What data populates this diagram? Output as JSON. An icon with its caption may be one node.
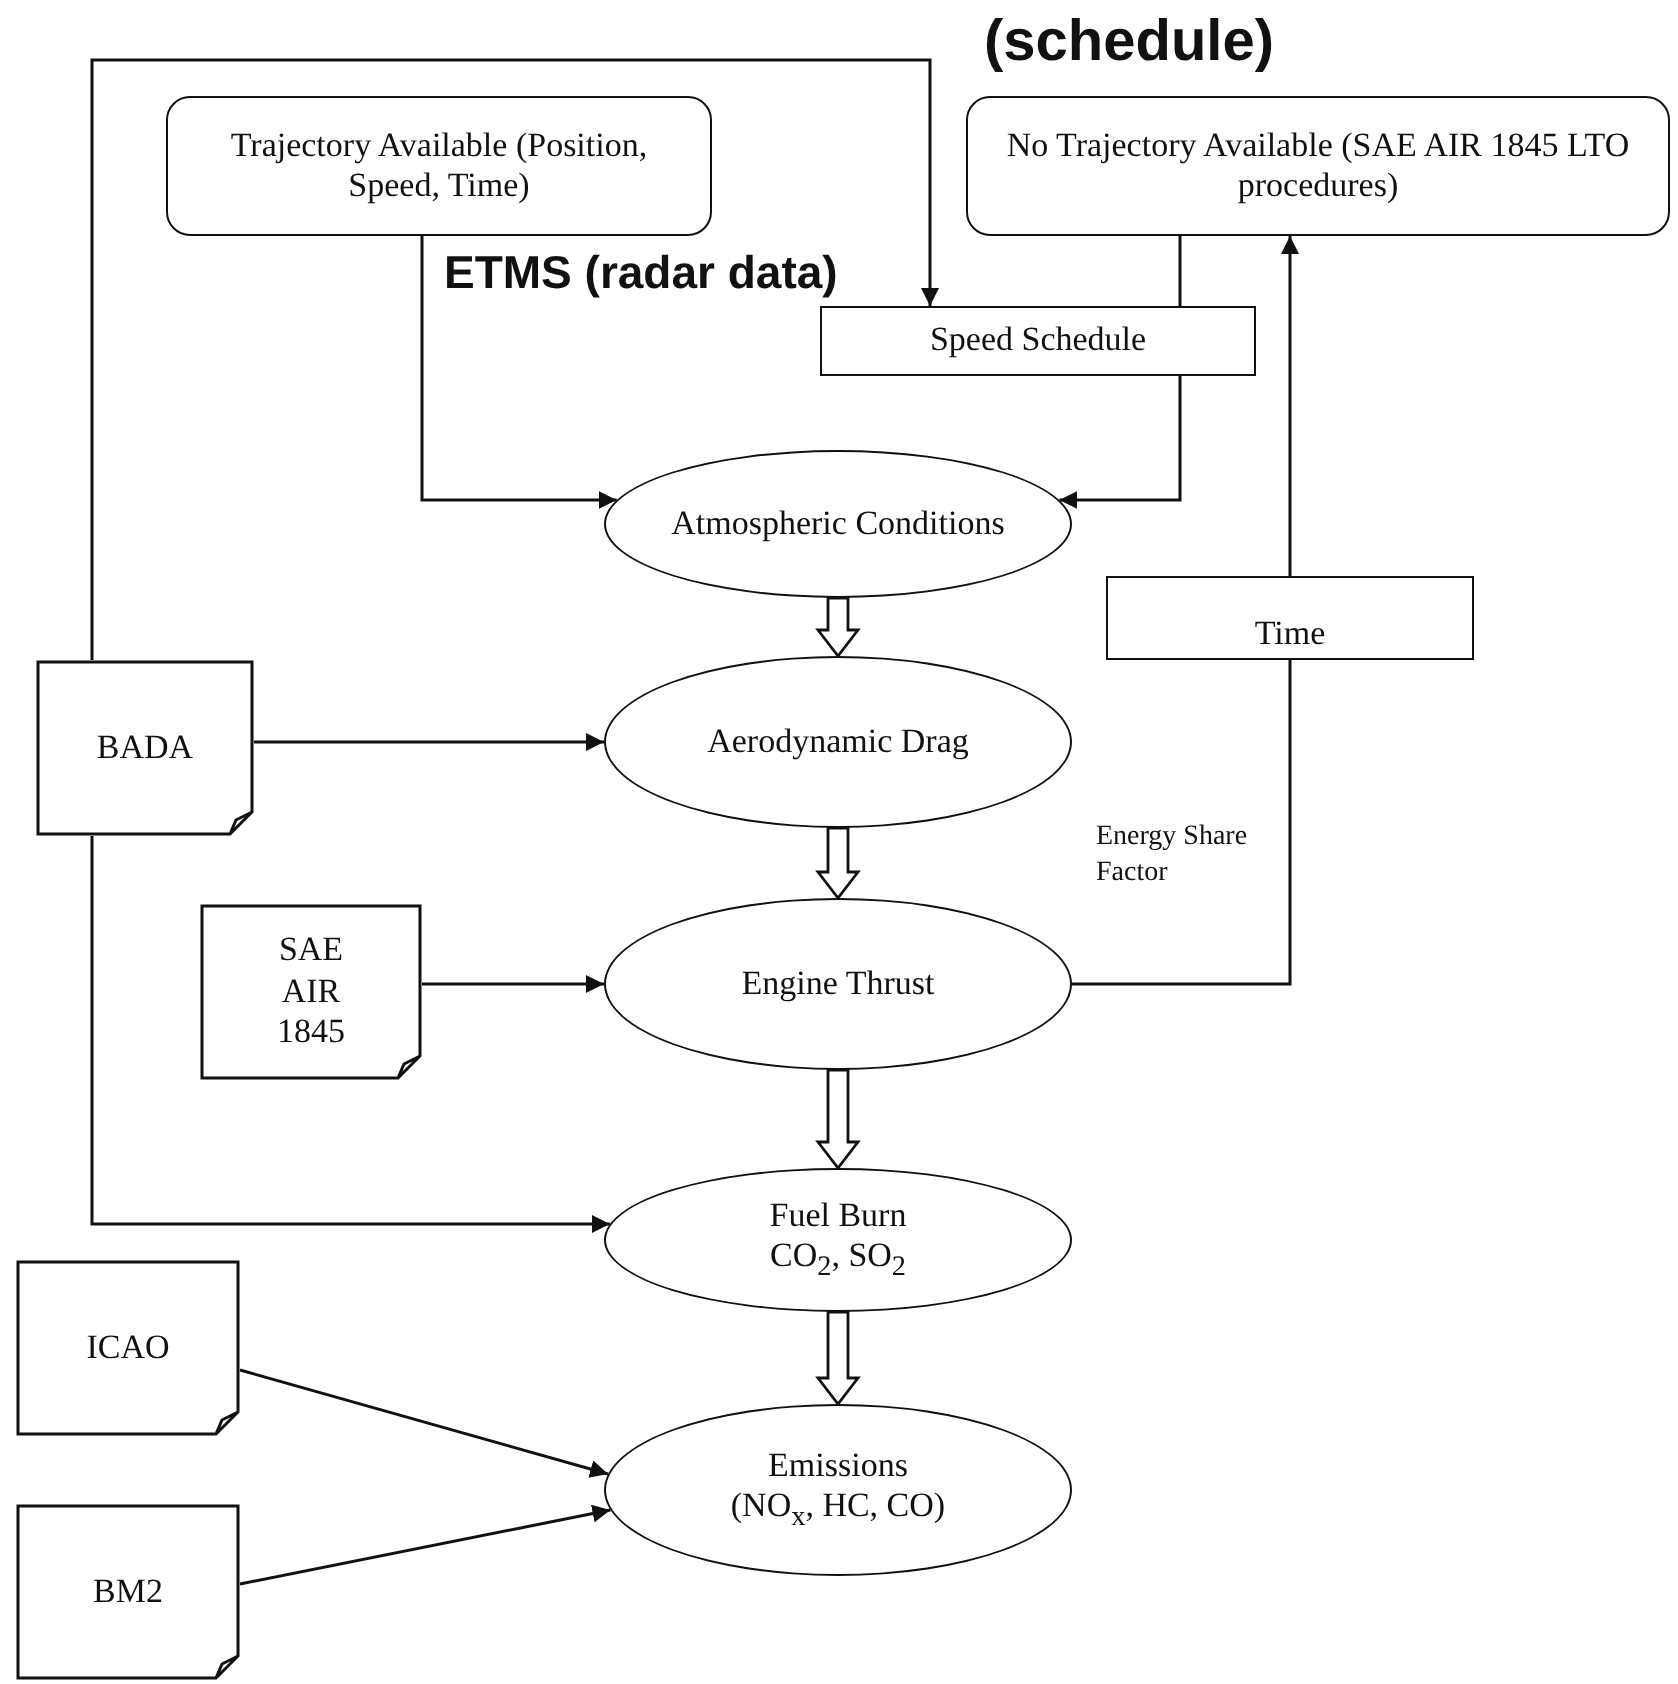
{
  "diagram": {
    "nodes": [
      {
        "text": [
          "Trajectory Available (Position, Speed, Time)"
        ],
        "beside": [
          "ETMS (radar data)"
        ]
      },
      {
        "text": [
          "No Trajectory Available (SAE AIR 1845 LTO procedures)"
        ],
        "beside": [
          "(schedule)"
        ]
      },
      {
        "text": [
          "Speed Schedule"
        ]
      },
      {
        "text": [
          "Atmospheric Conditions"
        ]
      },
      {
        "text": [
          "Time"
        ]
      },
      {
        "text": [
          "BADA"
        ]
      },
      {
        "text": [
          "Aerodynamic Drag"
        ]
      },
      {
        "text": [
          "SAE AIR 1845"
        ]
      },
      {
        "text": [
          "Engine Thrust"
        ]
      },
      {
        "text": [
          "Fuel Burn",
          "CO$_{2}$, SO$_{2}$"
        ]
      },
      {
        "text": [
          "ICAO"
        ]
      },
      {
        "text": [
          "BM2"
        ]
      },
      {
        "text": [
          "Emissions",
          "(NO$_{x}$, HC, CO)"
        ]
      }
    ],
    "edges": [
      {
        "from": 0,
        "to": 3,
        "arrow": "to"
      },
      {
        "from": 1,
        "to": 2,
        "arrow": "none"
      },
      {
        "from": 2,
        "to": 3,
        "arrow": "to"
      },
      {
        "from": 5,
        "to": 2,
        "arrow": "to"
      },
      {
        "from": 3,
        "to": 6,
        "arrow": "to",
        "style": "thick"
      },
      {
        "from": 5,
        "to": 6,
        "arrow": "to"
      },
      {
        "from": 6,
        "to": 8,
        "arrow": "to",
        "style": "thick"
      },
      {
        "from": 7,
        "to": 8,
        "arrow": "to"
      },
      {
        "from": 8,
        "to": 4,
        "arrow": "none",
        "label": "Energy Share Factor"
      },
      {
        "from": 4,
        "to": 1,
        "arrow": "to"
      },
      {
        "from": 5,
        "to": 9,
        "arrow": "to"
      },
      {
        "from": 8,
        "to": 9,
        "arrow": "to",
        "style": "thick"
      },
      {
        "from": 9,
        "to": 12,
        "arrow": "to",
        "style": "thick"
      },
      {
        "from": 10,
        "to": 12,
        "arrow": "to"
      },
      {
        "from": 11,
        "to": 12,
        "arrow": "to"
      }
    ]
  }
}
